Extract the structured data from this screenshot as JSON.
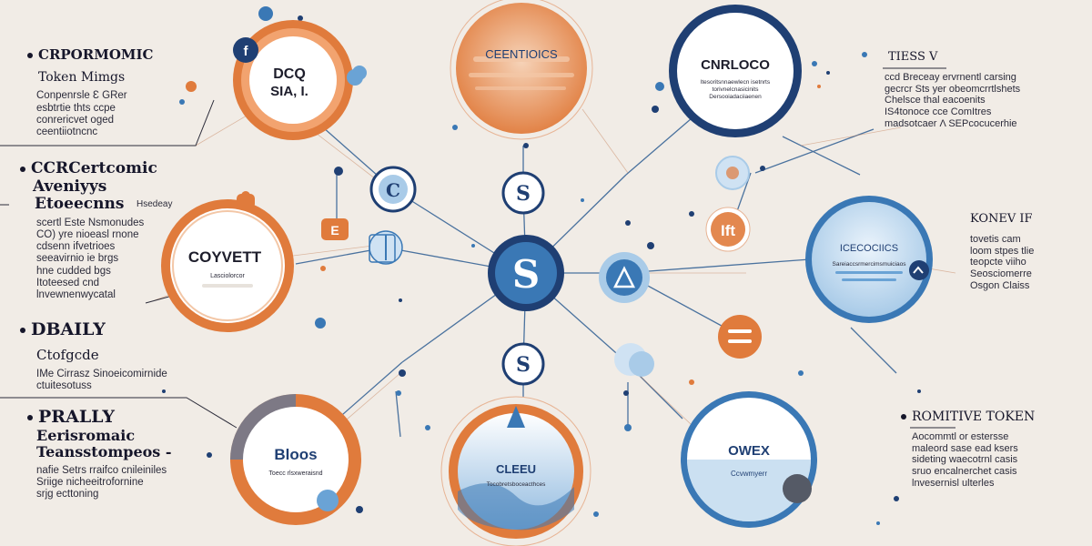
{
  "colors": {
    "background": "#f1ece6",
    "orange": "#e07b3c",
    "navy": "#1f3f73",
    "blue": "#3a78b5",
    "light_blue": "#a9cbe8",
    "ink": "#16162a"
  },
  "left_labels": [
    {
      "head": "CRPORMOMIC",
      "sub": "Token Mimgs",
      "body": [
        "Conpenrsle Ɛ GRer",
        "esbtrtie thts ccpe",
        "conrericvet oged",
        "ceentiiotncnc"
      ]
    },
    {
      "head": "CCRCertcomic",
      "sub": "Aveniyys",
      "sub2": "Etoeecnns",
      "side": "Hsedeay",
      "body": [
        "scertl Este Nsmonudes",
        "CO) yre nioeasl rnone",
        "cdsenn ifvetrioes",
        "seeavirnio ie brgs",
        "hne cudded bgs",
        "Itoteesed cnd",
        "lnvewnenwycatal"
      ]
    },
    {
      "head": "DBAILY",
      "sub": "Ctofgcde",
      "body": [
        "IMe Cirrasz Sinoeicomirnide",
        "ctuitesotuss"
      ]
    },
    {
      "head": "PRALLY",
      "sub": "Eerisromaic",
      "sub2": "Teansstompeos -",
      "body": [
        "nafie Setrs rraifco cnileiniles",
        "Sriige nicheeitrofornine",
        "srjg ecttoning"
      ]
    }
  ],
  "right_labels": [
    {
      "head": "TIESS V",
      "body": [
        "ccd Breceay ervrnentl carsing",
        "gecrcr Sts yer obeomcrrtlshets",
        "Chelsce thal eacoenits",
        "IS4tonoce cce ComItres",
        "madsotcaer Λ SEPcocucerhie"
      ]
    },
    {
      "head": "KONEV IF",
      "body": [
        "tovetis cam",
        "loom stpes tlie",
        "teopcte viiho",
        "Seosciomerre",
        "Osgon Claiss"
      ]
    },
    {
      "head": "ROMITIVE  TOKEN",
      "body": [
        "Aocommtl or estersse",
        "maleord sase ead ksers",
        "sideting waecotrnl casis",
        "sruo encalnerchet casis",
        "lnvesernisl ulterles"
      ]
    }
  ],
  "nodes": [
    {
      "title": "DCQ",
      "title2": "SIA, I.",
      "badge": "f"
    },
    {
      "title": "CEENTIOICS"
    },
    {
      "title": "CNRLOCO",
      "lines": [
        "ltesoritsnnaewlecn isetnrts",
        "torivnelcnasicinits",
        "Dersooiadaciiaenen"
      ]
    },
    {
      "title": "COYVETT",
      "sub": "Lasciolorcor"
    },
    {
      "title": "ICECOCIICS",
      "sub": "Sareiaccsrmercimsmuiciaos"
    },
    {
      "title": "Bloos",
      "sub": "Toecc rlsxweraisnd"
    },
    {
      "title": "CLEEU",
      "sub": "Tocobretsboceacthces"
    },
    {
      "title": "OWEX",
      "sub": "Ccvwmyerr"
    }
  ],
  "hub_glyph": "S",
  "small_glyphs": [
    "C",
    "S",
    "E",
    "Ift"
  ]
}
